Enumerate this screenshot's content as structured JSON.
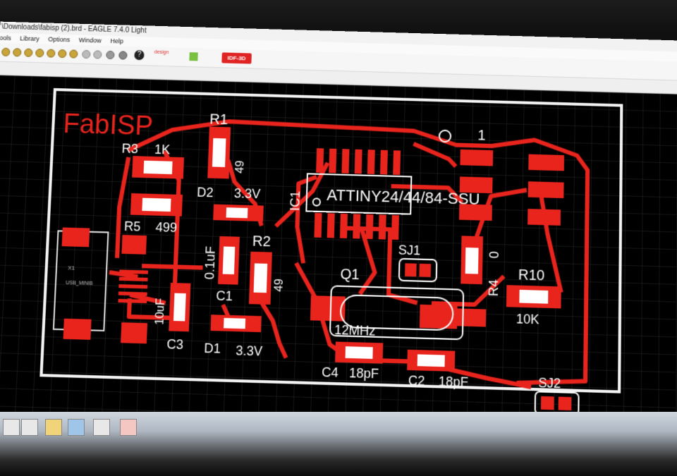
{
  "window": {
    "title": "\\Downloads\\fabisp (2).brd - EAGLE 7.4.0 Light"
  },
  "menu": {
    "items": [
      "ools",
      "Library",
      "Options",
      "Window",
      "Help"
    ]
  },
  "toolbar": {
    "design_label": "design",
    "idf_button": "IDF-3D",
    "help_glyph": "?"
  },
  "board": {
    "title": "FabISP",
    "outline_color": "#ffffff",
    "copper_color": "#e8241d",
    "labels": {
      "r1": "R1",
      "r1_val": "49",
      "r3": "R3",
      "r3_val": "1K",
      "r5": "R5",
      "r5_val": "499",
      "d2": "D2",
      "d2_val": "3.3V",
      "ic1": "IC1",
      "ic1_val": "ATTINY24/44/84-SSU",
      "c1": "C1",
      "c1_val": "0.1uF",
      "r2": "R2",
      "r2_val": "49",
      "c3": "C3",
      "c3_val": "10uF",
      "d1": "D1",
      "d1_val": "3.3V",
      "x1": "X1",
      "x1_val": "USB_MINIB",
      "q1": "Q1",
      "q1_val": "12MHz",
      "c4": "C4",
      "c4_val": "18pF",
      "c2": "C2",
      "c2_val": "18pF",
      "sj1": "SJ1",
      "sj2": "SJ2",
      "r4": "R4",
      "r4_val": "0",
      "r10": "R10",
      "r10_val": "10K",
      "pin1": "1"
    }
  }
}
